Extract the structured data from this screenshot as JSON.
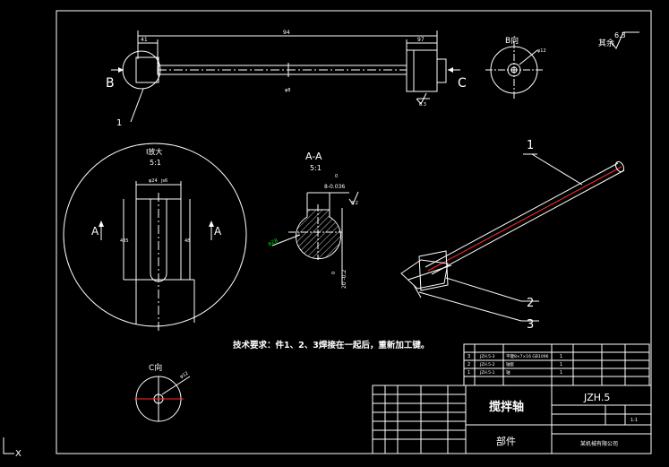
{
  "views": {
    "left_view_label": "B",
    "right_view_label": "C",
    "overall_length": "94",
    "left_hub_len": "41",
    "right_hub_len": "97",
    "shaft_dia": "φ8",
    "roughness_main": "6.3",
    "leader_1": "1",
    "view_b_title": "B向",
    "view_b_dim": "φ12",
    "rest_roughness_label": "其余",
    "rest_roughness_value": "6.3"
  },
  "detail": {
    "title": "I放大",
    "scale": "5:1",
    "dim_phi": "φ24",
    "dim_js": "js6",
    "dim_left": "435",
    "dim_right": "48",
    "cut_a_left": "A",
    "cut_a_right": "A"
  },
  "section": {
    "title": "A-A",
    "scale": "5:1",
    "tol_top0": "0",
    "tol_top": "8-0.036",
    "rough": "3.2",
    "dia": "φ28",
    "tol_bot0": "0",
    "tol_bot": "20 -0.2"
  },
  "view_c": {
    "title": "C向",
    "dim": "φ12"
  },
  "iso": {
    "callout_1": "1",
    "callout_2": "2",
    "callout_3": "3"
  },
  "tech_note": "技术要求：件1、2、3焊接在一起后，重新加工键。",
  "title_block": {
    "part_name": "搅拌轴",
    "code": "JZH.5",
    "type_label": "部件",
    "company": "某机械有限公司",
    "scale": "1:1",
    "parts_rows": [
      {
        "no": "3",
        "code": "JZH.5-3",
        "name": "平键8×7×16 GB1096",
        "qty": "1"
      },
      {
        "no": "2",
        "code": "JZH.5-2",
        "name": "轴套",
        "qty": "1"
      },
      {
        "no": "1",
        "code": "JZH.5-1",
        "name": "轴",
        "qty": "1"
      }
    ]
  },
  "ucs_label": "X"
}
